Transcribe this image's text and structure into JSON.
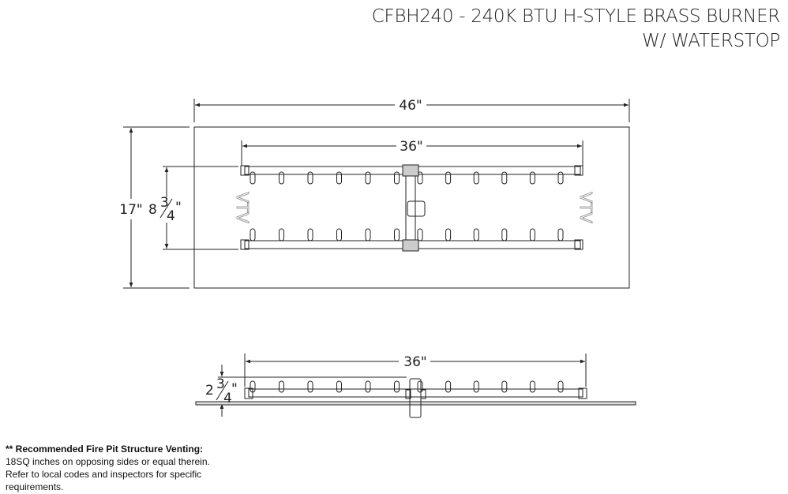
{
  "title": {
    "line1": "CFBH240 - 240K BTU H-STYLE BRASS BURNER",
    "line2": "W/ WATERSTOP"
  },
  "top_view": {
    "overall_width": "46\"",
    "burner_width": "36\"",
    "overall_depth": "17\"",
    "burner_spacing_whole": "8",
    "burner_spacing_num": "3",
    "burner_spacing_den": "4",
    "burner_spacing_unit": "\"",
    "ports_per_side": 6,
    "logo_text": "VTV"
  },
  "side_view": {
    "burner_width": "36\"",
    "height_whole": "2",
    "height_num": "3",
    "height_den": "4",
    "height_unit": "\""
  },
  "note": {
    "heading": "** Recommended Fire Pit Structure Venting:",
    "line1": "18SQ inches on opposing sides or equal therein.",
    "line2": "Refer to local codes and inspectors for specific",
    "line3": "requirements."
  }
}
